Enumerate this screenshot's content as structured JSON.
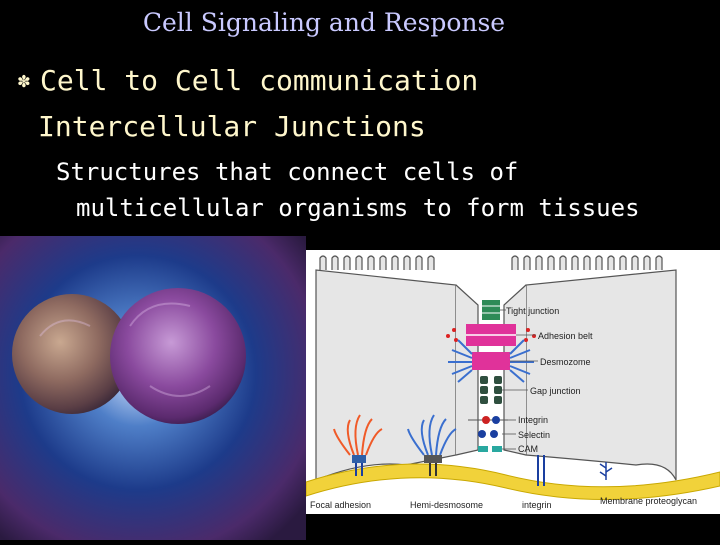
{
  "slide": {
    "title": "Cell Signaling and Response",
    "bullet_l1": "Cell to Cell communication",
    "bullet_l2": "Intercellular Junctions",
    "bullet_l3_line1": "Structures that connect cells of",
    "bullet_l3_line2": "multicellular organisms to form tissues",
    "bullet_icon": "flower-bullet-icon",
    "colors": {
      "background": "#000000",
      "title": "#c9c9ff",
      "heading": "#fff7cc",
      "body": "#ffffff"
    }
  },
  "diagram": {
    "labels": {
      "tight_junction": "Tight junction",
      "adhesion_belt": "Adhesion belt",
      "desmosome": "Desmozome",
      "gap_junction": "Gap junction",
      "integrin": "Integrin",
      "selectin": "Selectin",
      "cam": "CAM",
      "focal_adhesion": "Focal adhesion",
      "hemi_desmosome": "Hemi-desmosome",
      "integrin_bottom": "integrin",
      "membrane_proteoglycan": "Membrane proteoglycan"
    }
  }
}
